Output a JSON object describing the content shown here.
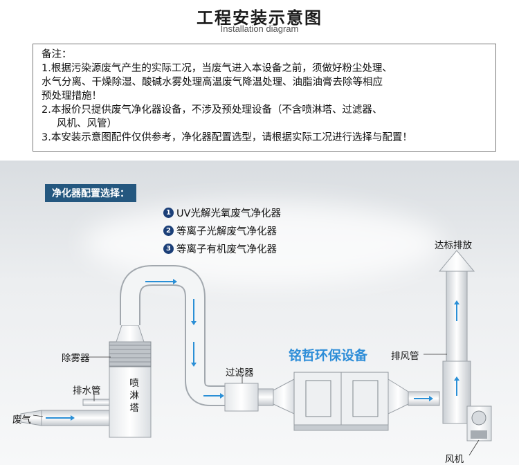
{
  "header": {
    "title": "工程安装示意图",
    "subtitle": "Installation diagram"
  },
  "notes": {
    "heading": "备注：",
    "lines": [
      "1.根据污染源废气产生的实际工况，当废气进入本设备之前，须做好粉尘处理、",
      "水气分离、干燥除湿、酸碱水雾处理高温废气降温处理、油脂油膏去除等相应",
      "预处理措施！",
      "2.本报价只提供废气净化器设备，不涉及预处理设备（不含喷淋塔、过滤器、",
      "风机、风管）",
      "3.本安装示意图配件仅供参考，净化器配置选型，请根据实际工况进行选择与配置！"
    ]
  },
  "selection": {
    "title": "净化器配置选择：",
    "options": [
      {
        "num": "1",
        "label": "UV光解光氧废气净化器"
      },
      {
        "num": "2",
        "label": "等离子光解废气净化器"
      },
      {
        "num": "3",
        "label": "等离子有机废气净化器"
      }
    ]
  },
  "labels": {
    "exhaust_standard": "达标排放",
    "demister": "除雾器",
    "drain_pipe": "排水管",
    "waste_gas": "废气",
    "spray_tower": "喷淋塔",
    "filter": "过滤器",
    "exhaust_pipe": "排风管",
    "fan": "风机",
    "brand": "铭哲环保设备"
  },
  "colors": {
    "selection_bg": "#24577f",
    "brand": "#2f8ed8",
    "flow_arrow": "#2a8fd6",
    "option_badge": "#1b3f78"
  }
}
